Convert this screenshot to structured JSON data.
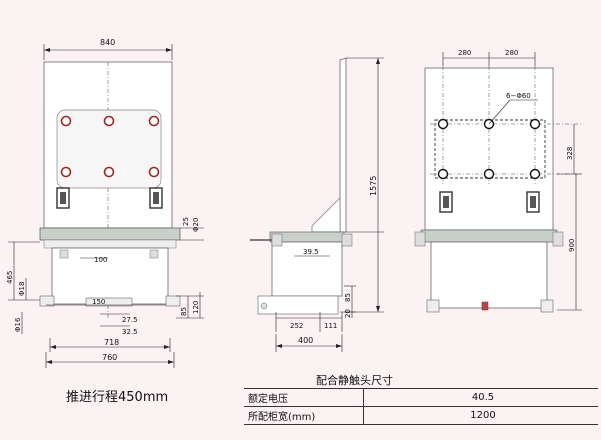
{
  "caption": "推进行程450mm",
  "spec_table": {
    "title": "配合静触头尺寸",
    "rows": [
      {
        "label": "额定电压",
        "value": "40.5"
      },
      {
        "label": "所配柜宽(mm)",
        "value": "1200"
      }
    ]
  },
  "front_view": {
    "dims": {
      "width_top": "840",
      "d25": "25",
      "d20": "Φ20",
      "d100": "100",
      "d465": "465",
      "d18": "Φ18",
      "d150": "150",
      "d16": "Φ16",
      "d27_5": "27.5",
      "d32_5": "32.5",
      "d85": "85",
      "d120": "120",
      "d718": "718",
      "d760": "760"
    }
  },
  "side_view": {
    "dims": {
      "d1575": "1575",
      "d39_5": "39.5",
      "d85": "85",
      "d20": "20",
      "d252": "252",
      "d111": "111",
      "d400": "400"
    }
  },
  "rear_view": {
    "dims": {
      "d280_left": "280",
      "d280_right": "280",
      "holes": "6−Φ60",
      "d328": "328",
      "d900": "900"
    }
  }
}
